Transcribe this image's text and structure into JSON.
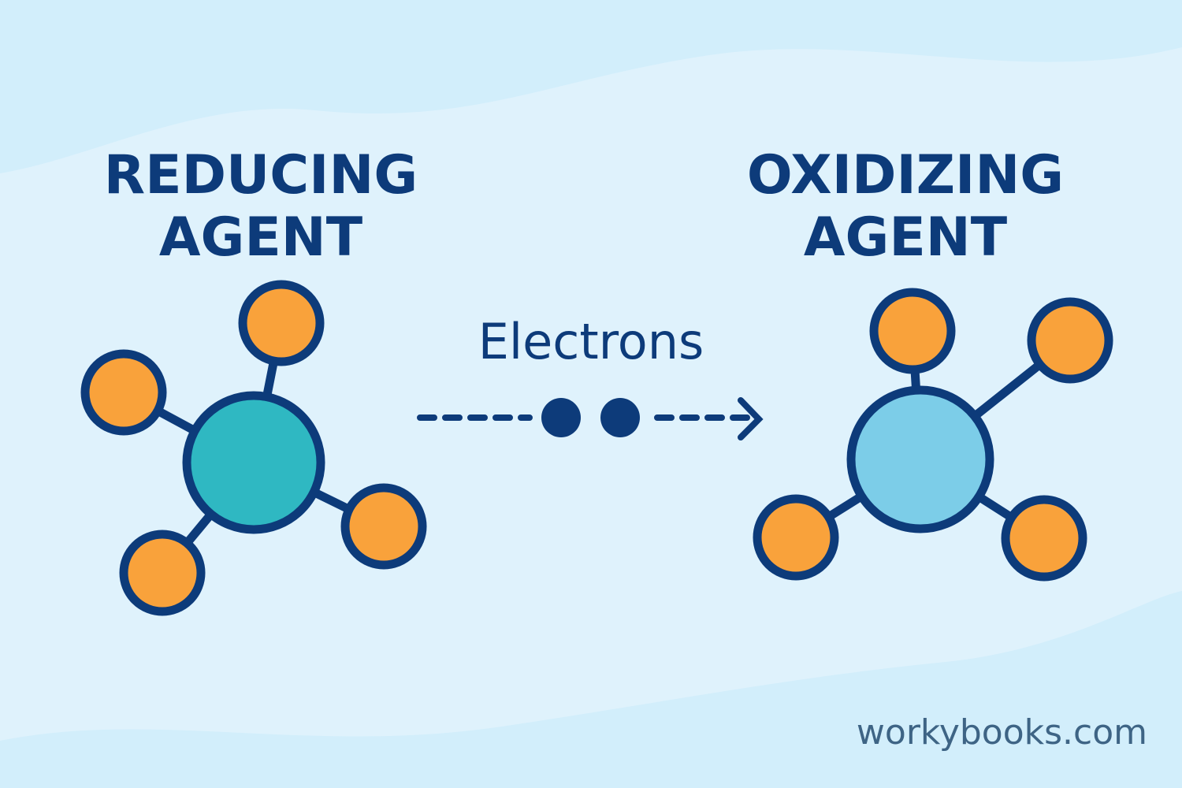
{
  "left": {
    "title_line1": "REDUCING",
    "title_line2": "AGENT"
  },
  "right": {
    "title_line1": "OXIDIZING",
    "title_line2": "AGENT"
  },
  "transfer_label": "Electrons",
  "watermark": "workybooks.com",
  "colors": {
    "navy": "#0d3b7a",
    "teal": "#2fb8c2",
    "light_blue": "#7ccde8",
    "orange": "#f9a23b",
    "background": "#dff2fc"
  }
}
